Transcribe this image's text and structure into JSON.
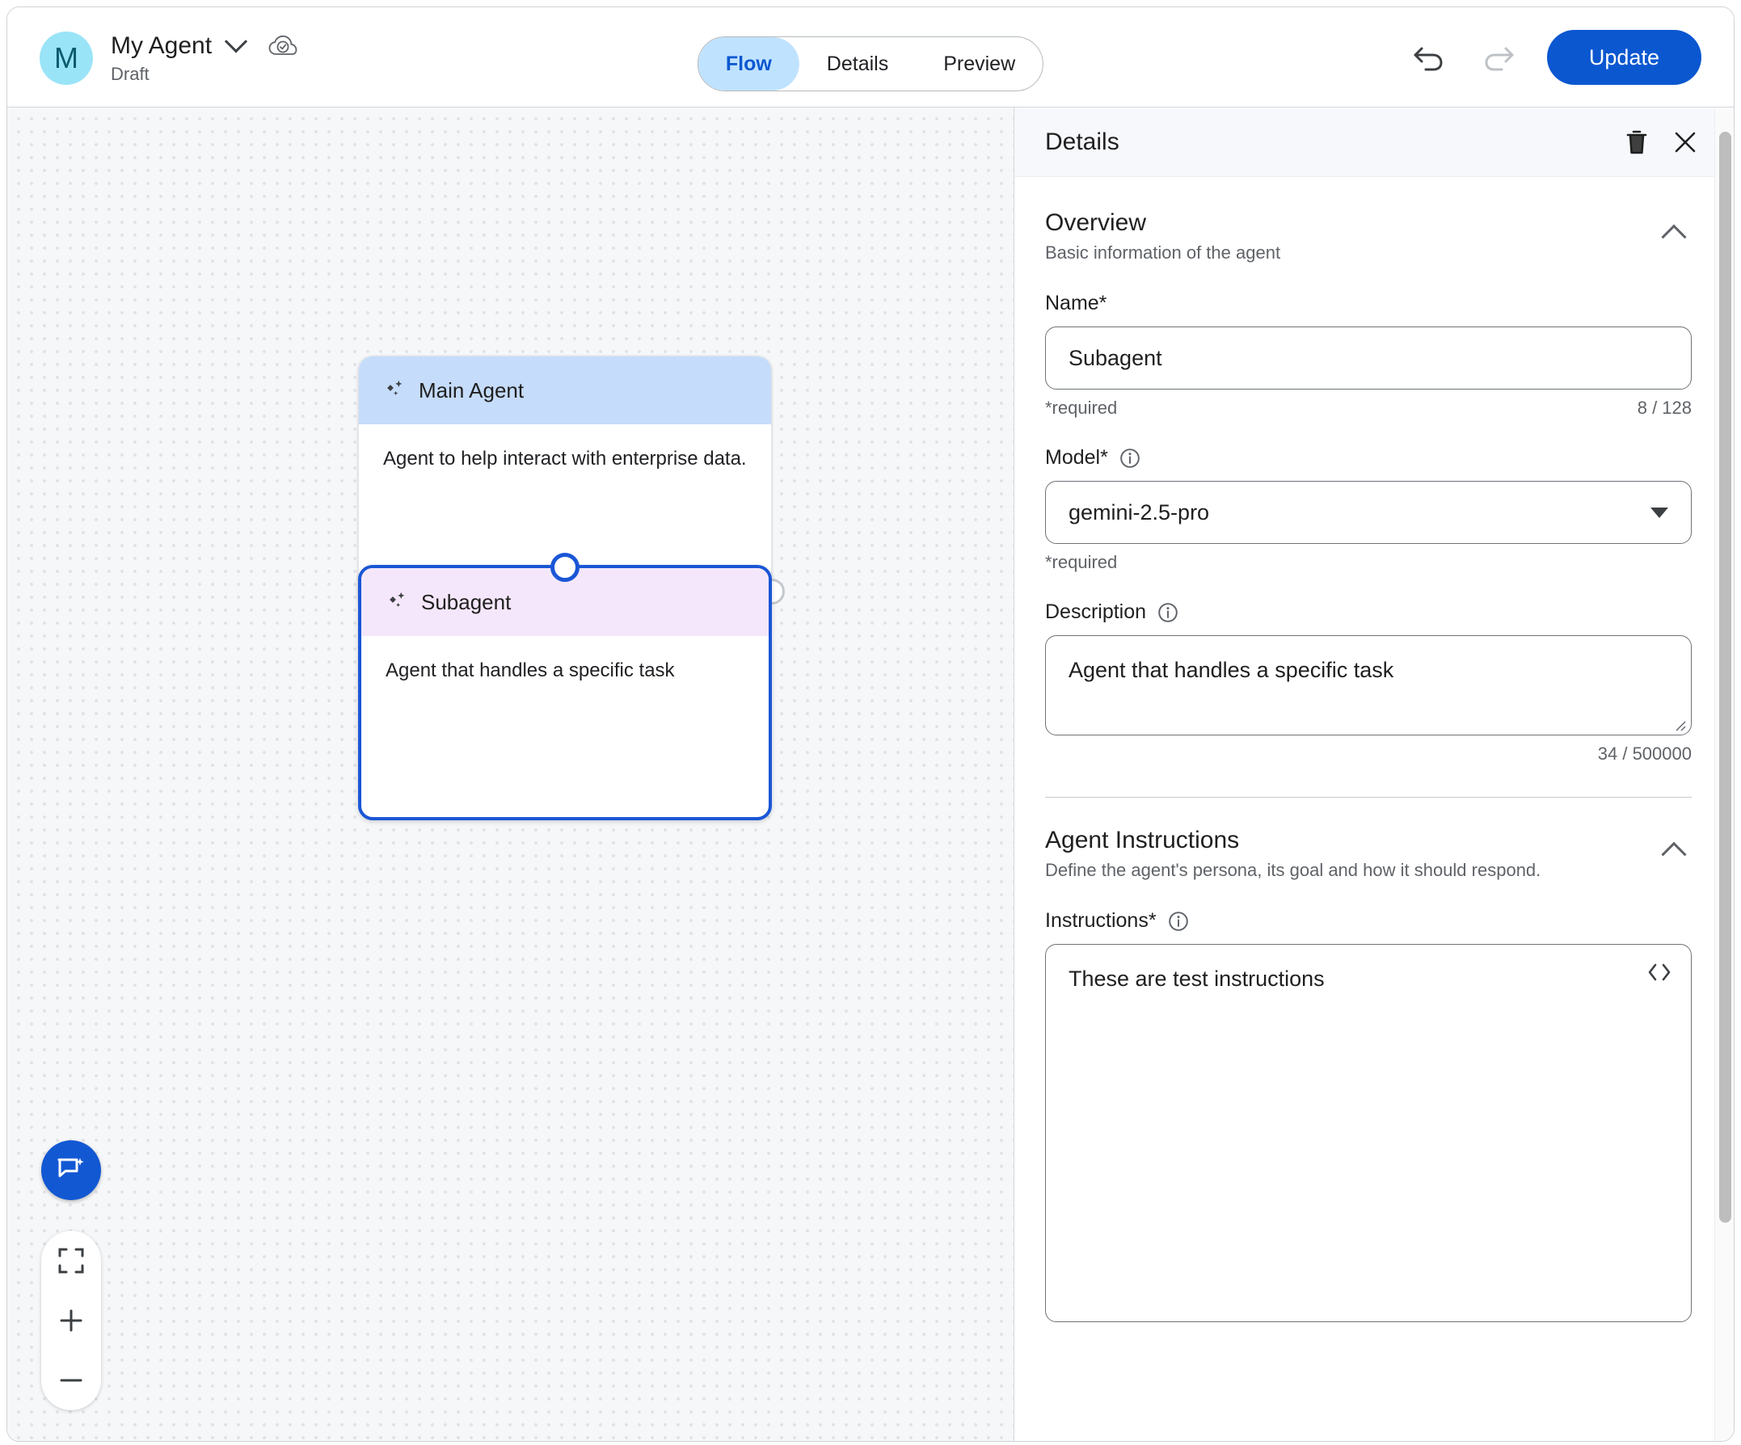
{
  "header": {
    "avatar_letter": "M",
    "agent_name": "My Agent",
    "status": "Draft",
    "chevron_icon": "chevron-down-icon",
    "cloud_icon": "cloud-saved-icon",
    "tabs": [
      {
        "label": "Flow",
        "active": true
      },
      {
        "label": "Details",
        "active": false
      },
      {
        "label": "Preview",
        "active": false
      }
    ],
    "undo_icon": "undo-icon",
    "redo_icon": "redo-icon",
    "update_label": "Update"
  },
  "canvas": {
    "nodes": [
      {
        "title": "Main Agent",
        "body": "Agent to help interact with enterprise data.",
        "header_color": "#c5dcfb",
        "icon": "sparkle-icon",
        "selected": false
      },
      {
        "title": "Subagent",
        "body": "Agent that handles a specific task",
        "header_color": "#f5e7fb",
        "icon": "sparkle-icon",
        "selected": true
      }
    ],
    "controls": {
      "assistant_icon": "chat-sparkle-icon",
      "fit_icon": "fit-to-screen-icon",
      "zoom_in_icon": "plus-icon",
      "zoom_out_icon": "minus-icon"
    },
    "accent_color": "#1258d3"
  },
  "panel": {
    "title": "Details",
    "delete_icon": "trash-icon",
    "close_icon": "close-icon",
    "overview": {
      "title": "Overview",
      "subtitle": "Basic information of the agent",
      "collapse_icon": "chevron-up-icon",
      "name": {
        "label": "Name*",
        "value": "Subagent",
        "required_note": "*required",
        "counter": "8 / 128"
      },
      "model": {
        "label": "Model*",
        "info_icon": "info-icon",
        "value": "gemini-2.5-pro",
        "dropdown_icon": "caret-down-icon",
        "required_note": "*required"
      },
      "description": {
        "label": "Description",
        "info_icon": "info-icon",
        "value": "Agent that handles a specific task",
        "counter": "34 / 500000"
      }
    },
    "instructions_section": {
      "title": "Agent Instructions",
      "subtitle": "Define the agent's persona, its goal and how it should respond.",
      "collapse_icon": "chevron-up-icon",
      "instructions": {
        "label": "Instructions*",
        "info_icon": "info-icon",
        "value": "These are test instructions",
        "code_icon": "code-brackets-icon"
      }
    }
  }
}
